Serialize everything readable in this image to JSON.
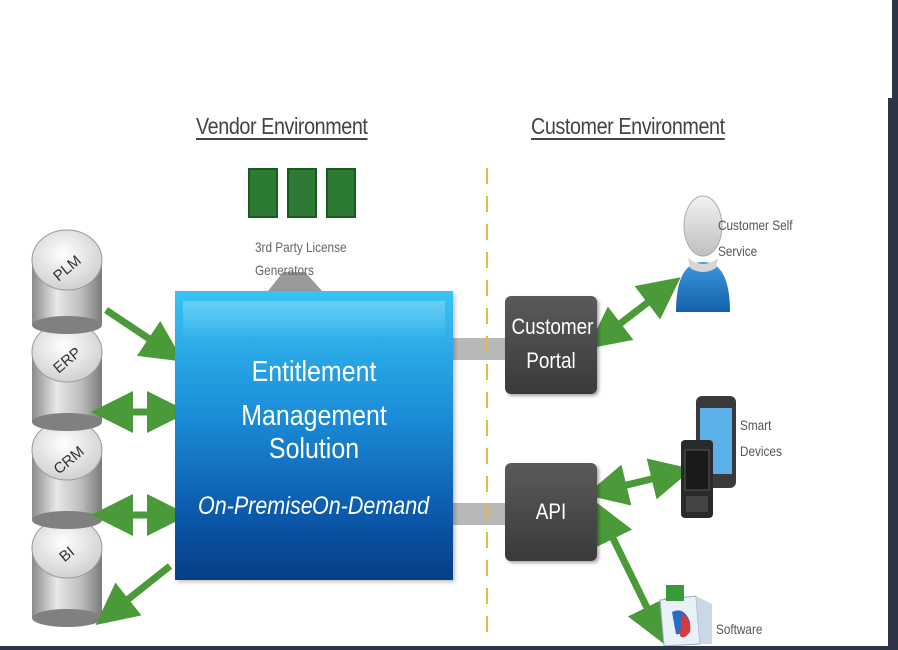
{
  "headings": {
    "vendor": "Vendor Environment",
    "customer": "Customer Environment"
  },
  "generators": {
    "label_line1": "3rd Party License",
    "label_line2": "Generators"
  },
  "systems": [
    "PLM",
    "ERP",
    "CRM",
    "BI"
  ],
  "ems": {
    "title_line1": "Entitlement",
    "title_line2": "Management Solution",
    "mode1": "On-Premise",
    "mode2": "On-Demand"
  },
  "customer_portal": {
    "line1": "Customer",
    "line2": "Portal"
  },
  "api": {
    "label": "API"
  },
  "endpoints": {
    "self_service_line1": "Customer Self",
    "self_service_line2": "Service",
    "smart_line1": "Smart",
    "smart_line2": "Devices",
    "software": "Software"
  },
  "colors": {
    "arrow_green": "#4a9a3a",
    "ems_blue": "#1a8ad6",
    "generator_green": "#2d7a33",
    "divider_orange": "#e8b84a",
    "connector_gray": "#b8b8b8"
  }
}
